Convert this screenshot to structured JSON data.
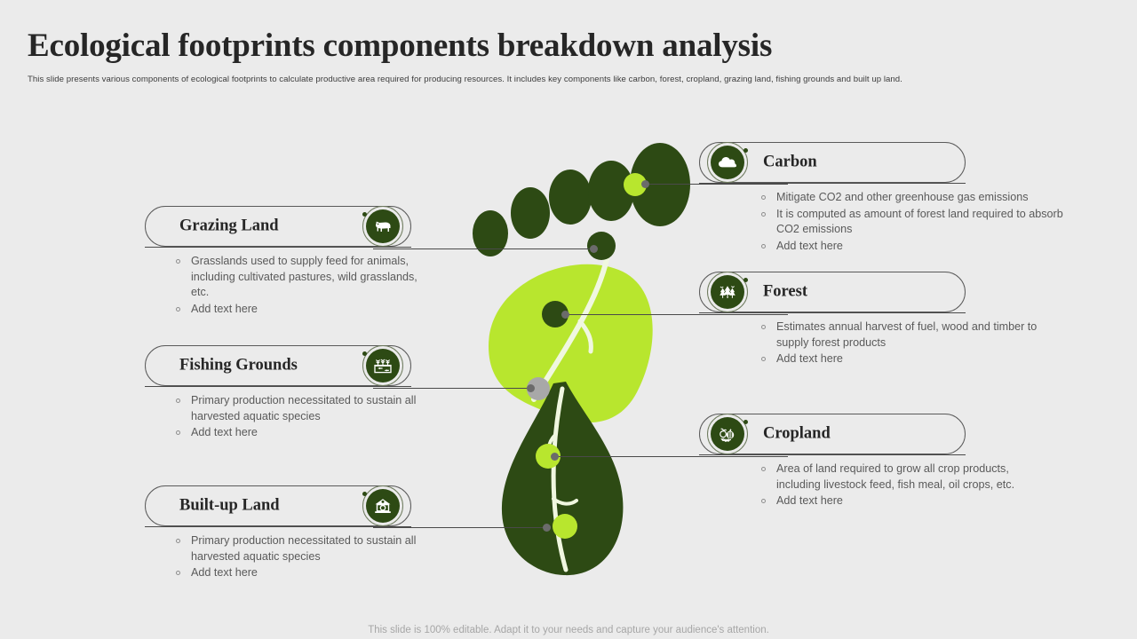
{
  "header": {
    "title": "Ecological footprints components breakdown analysis",
    "subtitle": "This slide presents various components of ecological footprints to calculate productive area required for producing resources. It includes key components like  carbon, forest, cropland, grazing land, fishing grounds and built up land."
  },
  "footer": {
    "note": "This slide is 100% editable. Adapt it to your needs and capture your audience's attention."
  },
  "graphic": {
    "name": "ecological-footprint-illustration",
    "colors": {
      "light_green": "#b8e62e",
      "dark_green": "#2d4a14",
      "toe_green": "#2d4a14",
      "background": "#ebebeb",
      "connector": "#4a4a4a",
      "node_gray": "#a8a8a8"
    }
  },
  "components": [
    {
      "id": "grazing-land",
      "side": "left",
      "title": "Grazing Land",
      "icon": "cow-icon",
      "bullets": [
        "Grasslands used to supply feed for animals, including cultivated pastures, wild grasslands, etc.",
        "Add text here"
      ]
    },
    {
      "id": "fishing-grounds",
      "side": "left",
      "title": "Fishing Grounds",
      "icon": "fish-pond-icon",
      "bullets": [
        "Primary production necessitated to sustain all harvested aquatic species",
        "Add text here"
      ]
    },
    {
      "id": "built-up-land",
      "side": "left",
      "title": "Built-up Land",
      "icon": "building-icon",
      "bullets": [
        "Primary production necessitated to sustain all harvested aquatic species",
        "Add text here"
      ]
    },
    {
      "id": "carbon",
      "side": "right",
      "title": "Carbon",
      "icon": "cloud-icon",
      "bullets": [
        "Mitigate CO2 and other greenhouse gas emissions",
        "It is computed as amount of forest land required to absorb CO2 emissions",
        "Add text here"
      ]
    },
    {
      "id": "forest",
      "side": "right",
      "title": "Forest",
      "icon": "trees-icon",
      "bullets": [
        "Estimates annual harvest of fuel, wood and timber to supply forest products",
        "Add text here"
      ]
    },
    {
      "id": "cropland",
      "side": "right",
      "title": "Cropland",
      "icon": "vegetables-icon",
      "bullets": [
        "Area of land required to grow all crop products, including livestock feed, fish meal, oil crops, etc.",
        "Add text here"
      ]
    }
  ]
}
